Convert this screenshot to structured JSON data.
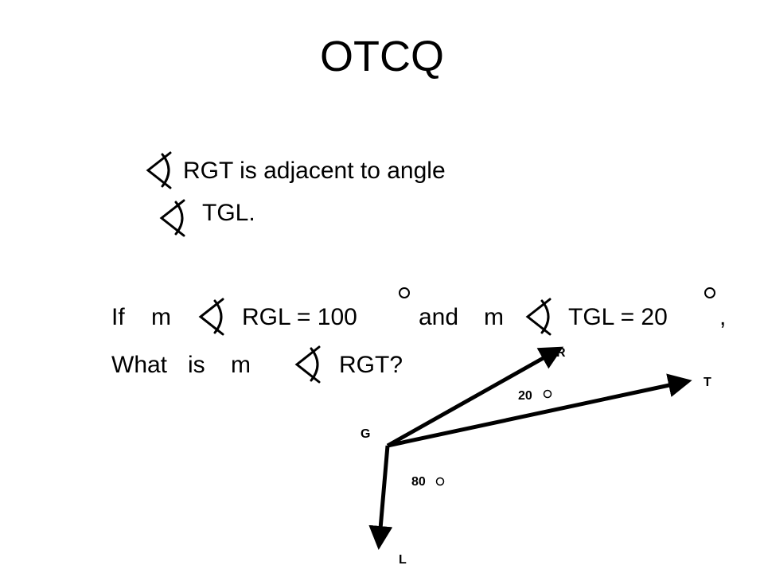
{
  "slide": {
    "title": "OTCQ",
    "statement": {
      "line1": "RGT is adjacent to angle",
      "line2": "TGL."
    },
    "question": {
      "if": "If",
      "m1": "m",
      "rgl": "RGL = 100",
      "and": "and",
      "m2": "m",
      "tgl": "TGL = 20",
      "comma": ",",
      "what": "What",
      "is": "is",
      "m3": "m",
      "rgt": "RGT?"
    }
  },
  "figure": {
    "labels": {
      "R": "R",
      "T": "T",
      "G": "G",
      "L": "L",
      "angle_rgt": "20",
      "angle_tgl": "80"
    }
  },
  "colors": {
    "ink": "#000000",
    "background": "#ffffff"
  },
  "icons": [
    "angle-symbol",
    "degree-symbol",
    "arrow-head"
  ]
}
